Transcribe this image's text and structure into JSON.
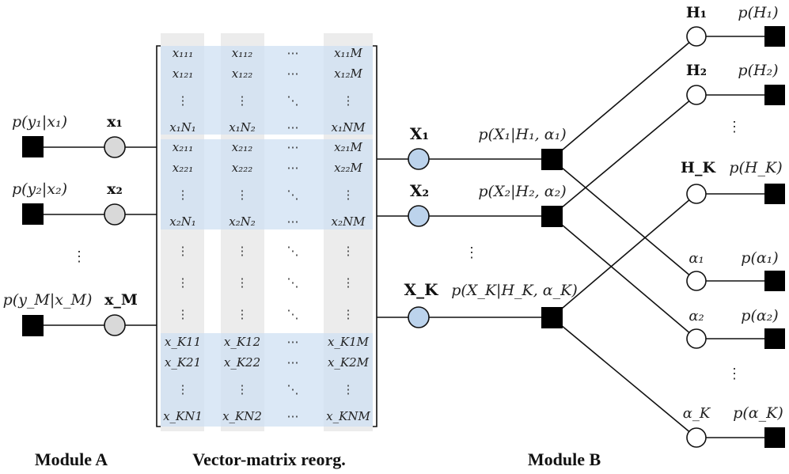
{
  "captions": {
    "module_a": "Module A",
    "reorg": "Vector-matrix reorg.",
    "module_b": "Module B"
  },
  "module_a": {
    "rows": [
      {
        "factor": "p(y₁|x₁)",
        "var": "x₁"
      },
      {
        "factor": "p(y₂|x₂)",
        "var": "x₂"
      },
      {
        "factor": "p(y_M|x_M)",
        "var": "x_M"
      }
    ],
    "ellipsis": "⋮"
  },
  "matrix": {
    "blocks": [
      [
        [
          "x₁₁₁",
          "x₁₁₂",
          "⋯",
          "x₁₁M"
        ],
        [
          "x₁₂₁",
          "x₁₂₂",
          "⋯",
          "x₁₂M"
        ],
        [
          "⋮",
          "⋮",
          "⋱",
          "⋮"
        ],
        [
          "x₁N₁",
          "x₁N₂",
          "⋯",
          "x₁NM"
        ]
      ],
      [
        [
          "x₂₁₁",
          "x₂₁₂",
          "⋯",
          "x₂₁M"
        ],
        [
          "x₂₂₁",
          "x₂₂₂",
          "⋯",
          "x₂₂M"
        ],
        [
          "⋮",
          "⋮",
          "⋱",
          "⋮"
        ],
        [
          "x₂N₁",
          "x₂N₂",
          "⋯",
          "x₂NM"
        ]
      ],
      [
        [
          "⋮",
          "⋮",
          "⋱",
          "⋮"
        ],
        [
          "⋮",
          "⋮",
          "⋱",
          "⋮"
        ],
        [
          "⋮",
          "⋮",
          "⋱",
          "⋮"
        ]
      ],
      [
        [
          "x_K11",
          "x_K12",
          "⋯",
          "x_K1M"
        ],
        [
          "x_K21",
          "x_K22",
          "⋯",
          "x_K2M"
        ],
        [
          "⋮",
          "⋮",
          "⋱",
          "⋮"
        ],
        [
          "x_KN1",
          "x_KN2",
          "⋯",
          "x_KNM"
        ]
      ]
    ]
  },
  "module_b": {
    "x_rows": [
      {
        "var": "X₁",
        "factor": "p(X₁|H₁, α₁)"
      },
      {
        "var": "X₂",
        "factor": "p(X₂|H₂, α₂)"
      },
      {
        "var": "X_K",
        "factor": "p(X_K|H_K, α_K)"
      }
    ],
    "x_ellipsis": "⋮",
    "h_nodes": [
      {
        "var": "H₁",
        "prior": "p(H₁)"
      },
      {
        "var": "H₂",
        "prior": "p(H₂)"
      },
      {
        "var": "H_K",
        "prior": "p(H_K)"
      }
    ],
    "h_ellipsis": "⋮",
    "alpha_nodes": [
      {
        "var": "α₁",
        "prior": "p(α₁)"
      },
      {
        "var": "α₂",
        "prior": "p(α₂)"
      },
      {
        "var": "α_K",
        "prior": "p(α_K)"
      }
    ],
    "alpha_ellipsis": "⋮"
  },
  "colors": {
    "observed_node": "#d9d9d9",
    "signal_node": "#bcd3ec",
    "latent_node": "#ffffff",
    "factor": "#000000",
    "column_band": "#e8e8e8",
    "row_band": "#cfe0f3"
  }
}
